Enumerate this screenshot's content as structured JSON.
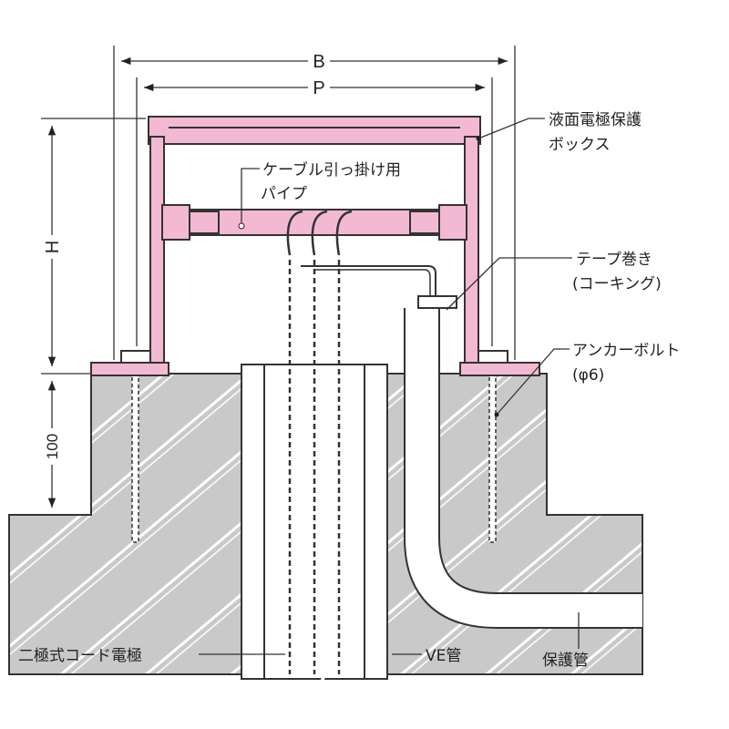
{
  "dimensions": {
    "B": "B",
    "P": "P",
    "H": "H",
    "depth": "100"
  },
  "labels": {
    "box_line1": "液面電極保護",
    "box_line2": "ボックス",
    "pipe_line1": "ケーブル引っ掛け用",
    "pipe_line2": "パイプ",
    "tape_line1": "テープ巻き",
    "tape_line2": "(コーキング)",
    "anchor_line1": "アンカーボルト",
    "anchor_line2": "(φ6)",
    "electrode": "二極式コード電極",
    "ve_pipe": "VE管",
    "protect_pipe": "保護管"
  },
  "colors": {
    "box": "#f4b9d2",
    "concrete": "#c9c9c9",
    "line": "#333333"
  }
}
